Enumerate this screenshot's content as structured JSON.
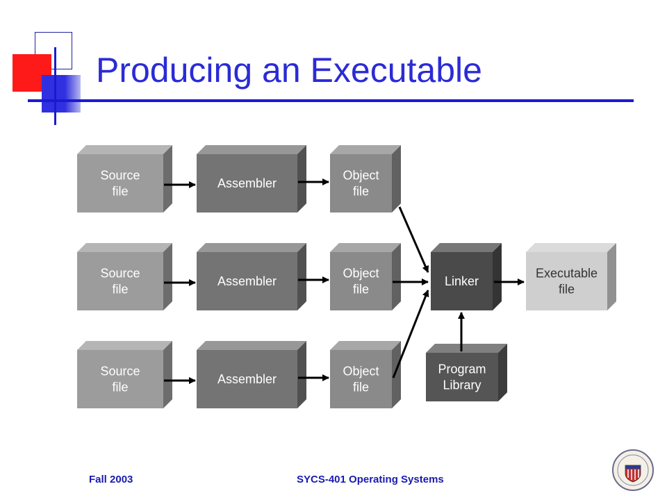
{
  "slide": {
    "title": "Producing an Executable",
    "footer_left": "Fall 2003",
    "footer_center": "SYCS-401 Operating Systems"
  },
  "colors": {
    "title": "#2b2bd6",
    "rule": "#1a1ad0",
    "deco_red": "#ff1a1a",
    "deco_blue": "#3030e0",
    "source_box": "#9c9c9c",
    "assembler_box": "#747474",
    "object_box": "#8a8a8a",
    "linker_box": "#4a4a4a",
    "executable_box": "#cfcfcf",
    "library_box": "#555555"
  },
  "diagram": {
    "rows": [
      {
        "source": "Source\nfile",
        "assembler": "Assembler",
        "object": "Object\nfile"
      },
      {
        "source": "Source\nfile",
        "assembler": "Assembler",
        "object": "Object\nfile"
      },
      {
        "source": "Source\nfile",
        "assembler": "Assembler",
        "object": "Object\nfile"
      }
    ],
    "linker": "Linker",
    "executable": "Executable\nfile",
    "library": "Program\nLibrary"
  }
}
